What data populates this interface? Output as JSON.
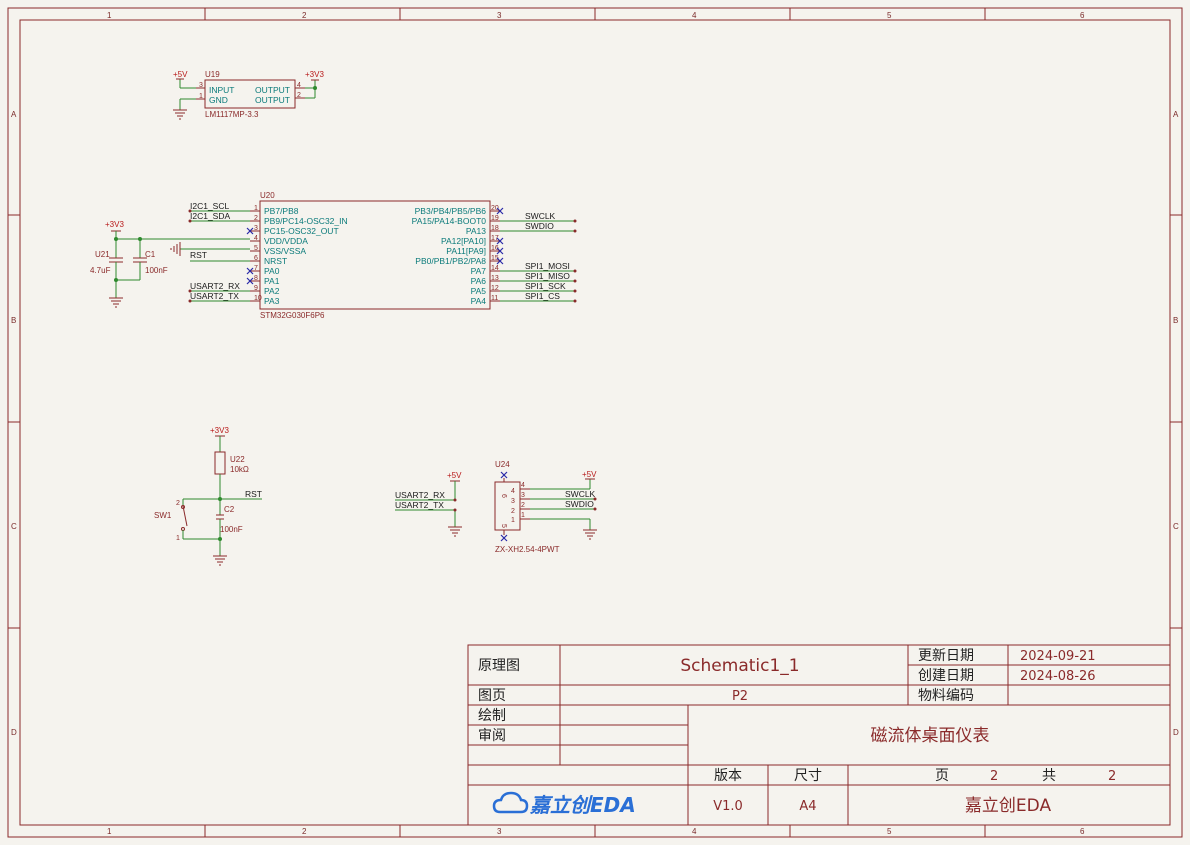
{
  "ruler": {
    "columns": [
      "1",
      "2",
      "3",
      "4",
      "5",
      "6"
    ],
    "rows": [
      "A",
      "B",
      "C",
      "D"
    ]
  },
  "colors": {
    "frame": "#8a2a2a",
    "wire": "#2e8a2e",
    "pin_name": "#0a7a7a",
    "power": "#b81a1a",
    "no_connect": "#2a2aa8",
    "logo": "#2a6fd6"
  },
  "u19": {
    "pwr_in": "+5V",
    "pwr_out": "+3V3",
    "ref": "U19",
    "value": "LM1117MP-3.3",
    "pins": [
      {
        "name": "INPUT",
        "num": "3"
      },
      {
        "name": "GND",
        "num": "1"
      },
      {
        "name": "OUTPUT",
        "num": "4"
      },
      {
        "name": "OUTPUT",
        "num": "2"
      }
    ]
  },
  "u20": {
    "ref": "U20",
    "value": "STM32G030F6P6",
    "left_pins": [
      {
        "name": "PB7/PB8",
        "num": "1",
        "net": "I2C1_SCL"
      },
      {
        "name": "PB9/PC14-OSC32_IN",
        "num": "2",
        "net": "I2C1_SDA"
      },
      {
        "name": "PC15-OSC32_OUT",
        "num": "3",
        "net": ""
      },
      {
        "name": "VDD/VDDA",
        "num": "4",
        "net": ""
      },
      {
        "name": "VSS/VSSA",
        "num": "5",
        "net": "RST"
      },
      {
        "name": "NRST",
        "num": "6",
        "net": ""
      },
      {
        "name": "PA0",
        "num": "7",
        "net": ""
      },
      {
        "name": "PA1",
        "num": "8",
        "net": ""
      },
      {
        "name": "PA2",
        "num": "9",
        "net": "USART2_RX"
      },
      {
        "name": "PA3",
        "num": "10",
        "net": "USART2_TX"
      }
    ],
    "right_pins": [
      {
        "name": "PB3/PB4/PB5/PB6",
        "num": "20",
        "net": ""
      },
      {
        "name": "PA15/PA14-BOOT0",
        "num": "19",
        "net": "SWCLK"
      },
      {
        "name": "PA13",
        "num": "18",
        "net": "SWDIO"
      },
      {
        "name": "PA12[PA10]",
        "num": "17",
        "net": ""
      },
      {
        "name": "PA11[PA9]",
        "num": "16",
        "net": ""
      },
      {
        "name": "PB0/PB1/PB2/PA8",
        "num": "15",
        "net": ""
      },
      {
        "name": "PA7",
        "num": "14",
        "net": "SPI1_MOSI"
      },
      {
        "name": "PA6",
        "num": "13",
        "net": "SPI1_MISO"
      },
      {
        "name": "PA5",
        "num": "12",
        "net": "SPI1_SCK"
      },
      {
        "name": "PA4",
        "num": "11",
        "net": "SPI1_CS"
      }
    ]
  },
  "decoupling": {
    "pwr": "+3V3",
    "u21_ref": "U21",
    "u21_val": "4.7uF",
    "c1_ref": "C1",
    "c1_val": "100nF"
  },
  "reset": {
    "pwr": "+3V3",
    "r_ref": "U22",
    "r_val": "10kΩ",
    "net": "RST",
    "sw_ref": "SW1",
    "c_ref": "C2",
    "c_val": "100nF",
    "sw_pin_top": "2",
    "sw_pin_bot": "1"
  },
  "uart_port": {
    "pwr": "+5V",
    "rx": "USART2_RX",
    "tx": "USART2_TX"
  },
  "u24": {
    "ref": "U24",
    "value": "ZX-XH2.54-4PWT",
    "pwr": "+5V",
    "pin_nums": [
      "6",
      "4",
      "3",
      "2",
      "1",
      "5"
    ],
    "pin_side": [
      "4",
      "3",
      "2",
      "1"
    ],
    "nets": [
      "SWCLK",
      "SWDIO"
    ]
  },
  "title_block": {
    "label_schematic": "原理图",
    "value_schematic": "Schematic1_1",
    "label_updated": "更新日期",
    "value_updated": "2024-09-21",
    "label_created": "创建日期",
    "value_created": "2024-08-26",
    "label_page": "图页",
    "value_page": "P2",
    "label_part": "物料编码",
    "value_part": "",
    "label_drawn": "绘制",
    "label_review": "审阅",
    "project": "磁流体桌面仪表",
    "label_version": "版本",
    "label_size": "尺寸",
    "label_pages": "页",
    "page_num": "2",
    "label_total": "共",
    "total": "2",
    "version": "V1.0",
    "size": "A4",
    "company": "嘉立创EDA",
    "logo_text": "嘉立创EDA"
  }
}
